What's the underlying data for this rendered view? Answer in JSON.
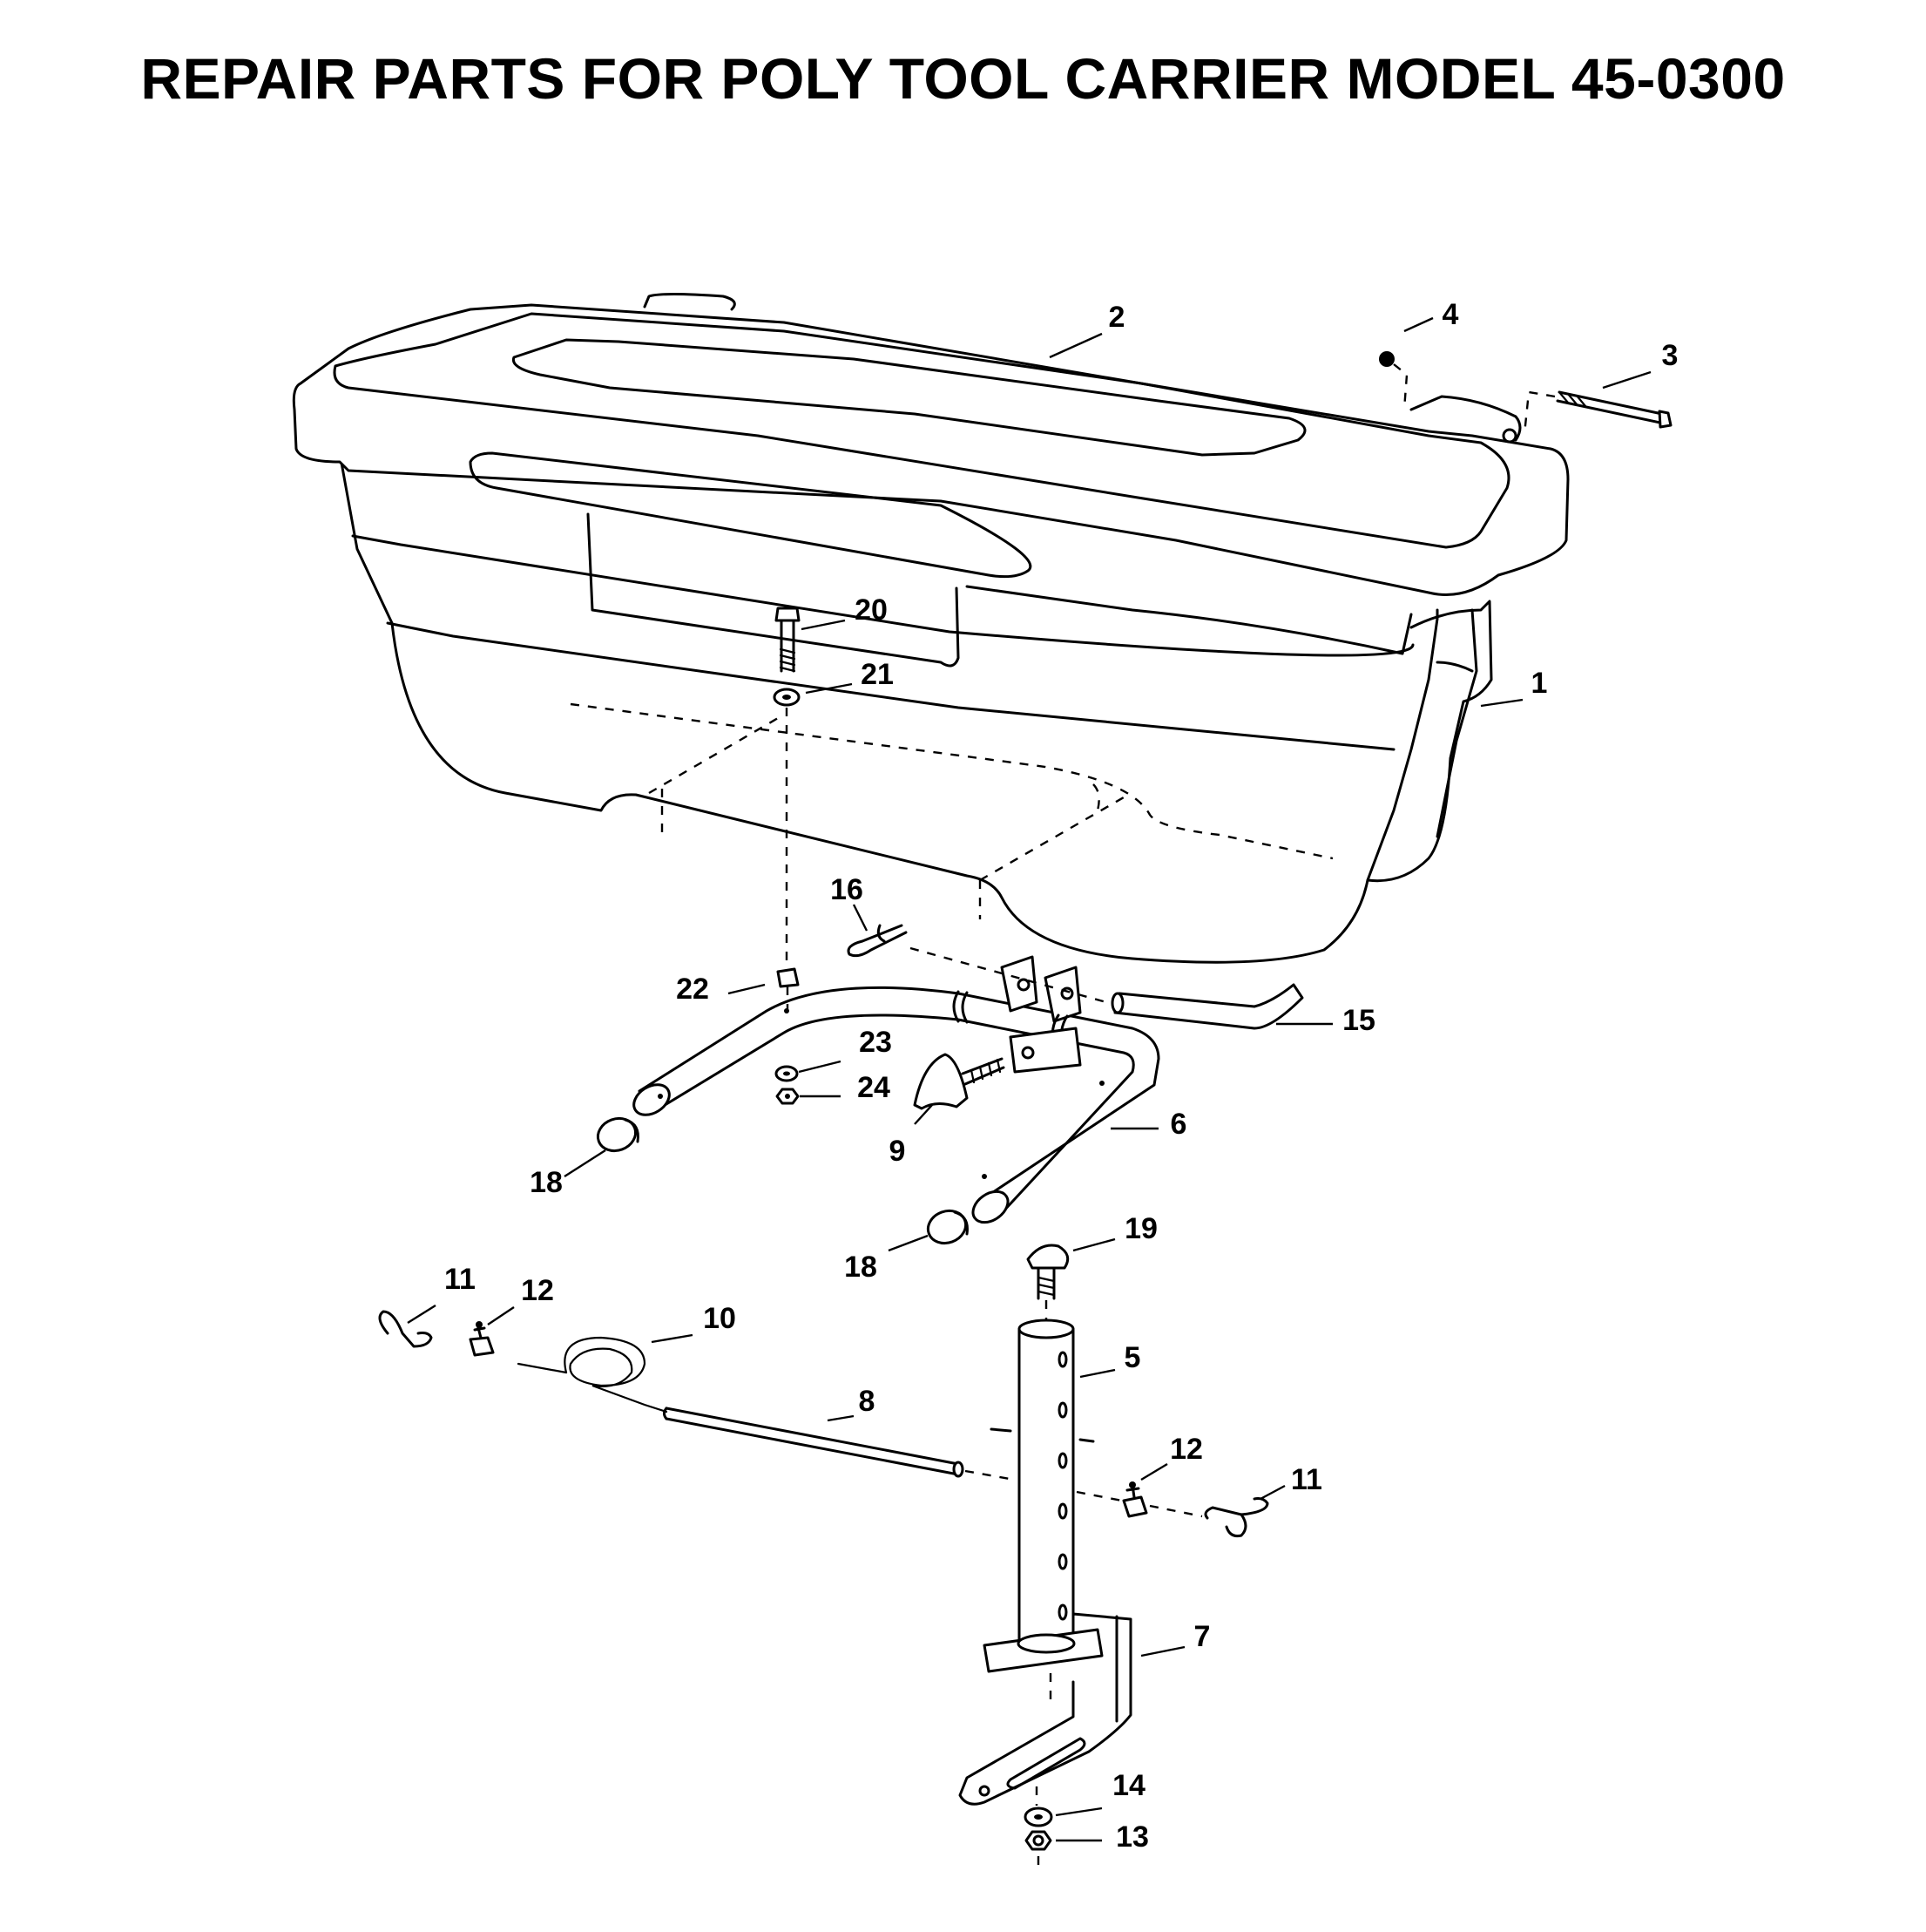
{
  "title": "REPAIR PARTS FOR POLY TOOL CARRIER MODEL 45-0300",
  "callouts": {
    "c1": "1",
    "c2": "2",
    "c3": "3",
    "c4": "4",
    "c5": "5",
    "c6": "6",
    "c7": "7",
    "c8": "8",
    "c9": "9",
    "c10": "10",
    "c11a": "11",
    "c11b": "11",
    "c12a": "12",
    "c12b": "12",
    "c13": "13",
    "c14": "14",
    "c15": "15",
    "c16": "16",
    "c18a": "18",
    "c18b": "18",
    "c19": "19",
    "c20": "20",
    "c21": "21",
    "c22": "22",
    "c23": "23",
    "c24": "24"
  }
}
